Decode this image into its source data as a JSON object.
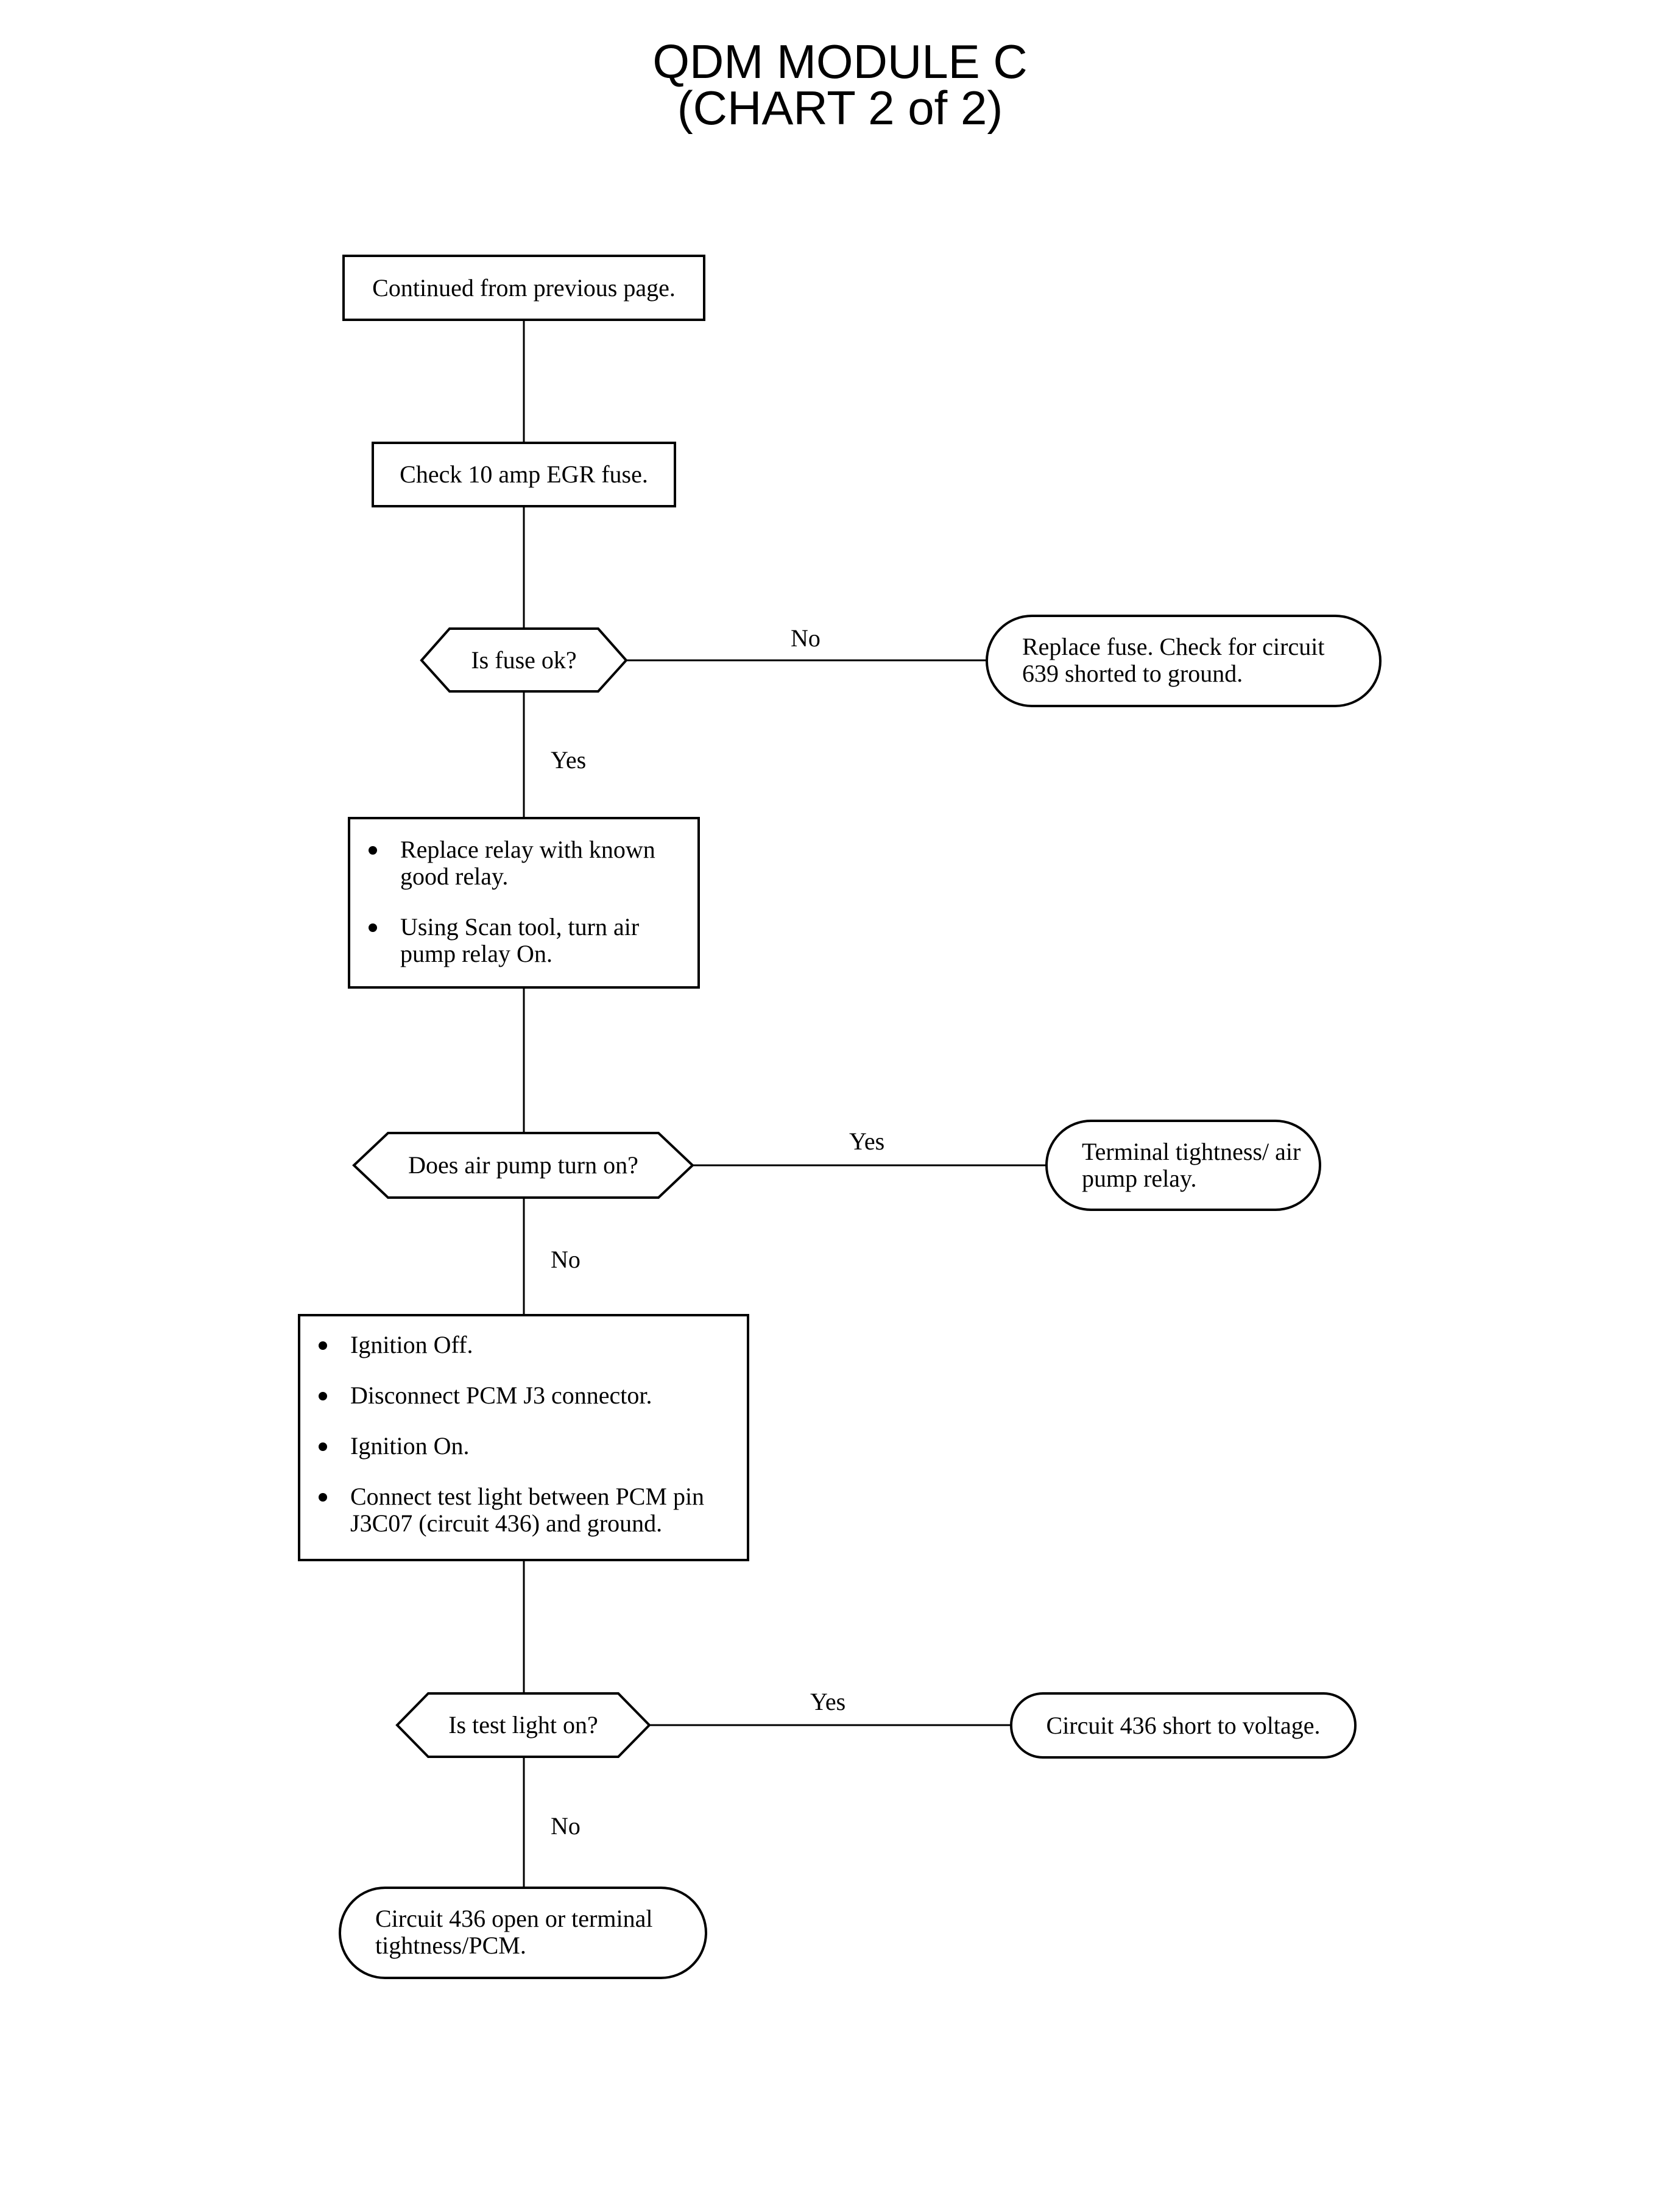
{
  "title": {
    "line1": "QDM MODULE C",
    "line2": "(CHART 2 of 2)"
  },
  "nodes": {
    "start": "Continued from previous page.",
    "check_fuse": "Check 10 amp EGR fuse.",
    "q_fuse": "Is fuse ok?",
    "r_fuse": "Replace fuse. Check for circuit 639 shorted to ground.",
    "relay_steps": [
      "Replace relay with known good relay.",
      "Using Scan tool, turn air pump relay On."
    ],
    "q_pump": "Does air pump turn on?",
    "r_pump": "Terminal tightness/ air pump relay.",
    "ign_steps": [
      "Ignition Off.",
      "Disconnect PCM J3 connector.",
      "Ignition On.",
      "Connect test light between PCM pin J3C07 (circuit 436) and ground."
    ],
    "q_light": "Is test light on?",
    "r_light_yes": "Circuit 436 short to voltage.",
    "r_light_no": "Circuit 436 open or terminal tightness/PCM."
  },
  "edge_labels": {
    "fuse_no": "No",
    "fuse_yes": "Yes",
    "pump_yes": "Yes",
    "pump_no": "No",
    "light_yes": "Yes",
    "light_no": "No"
  }
}
